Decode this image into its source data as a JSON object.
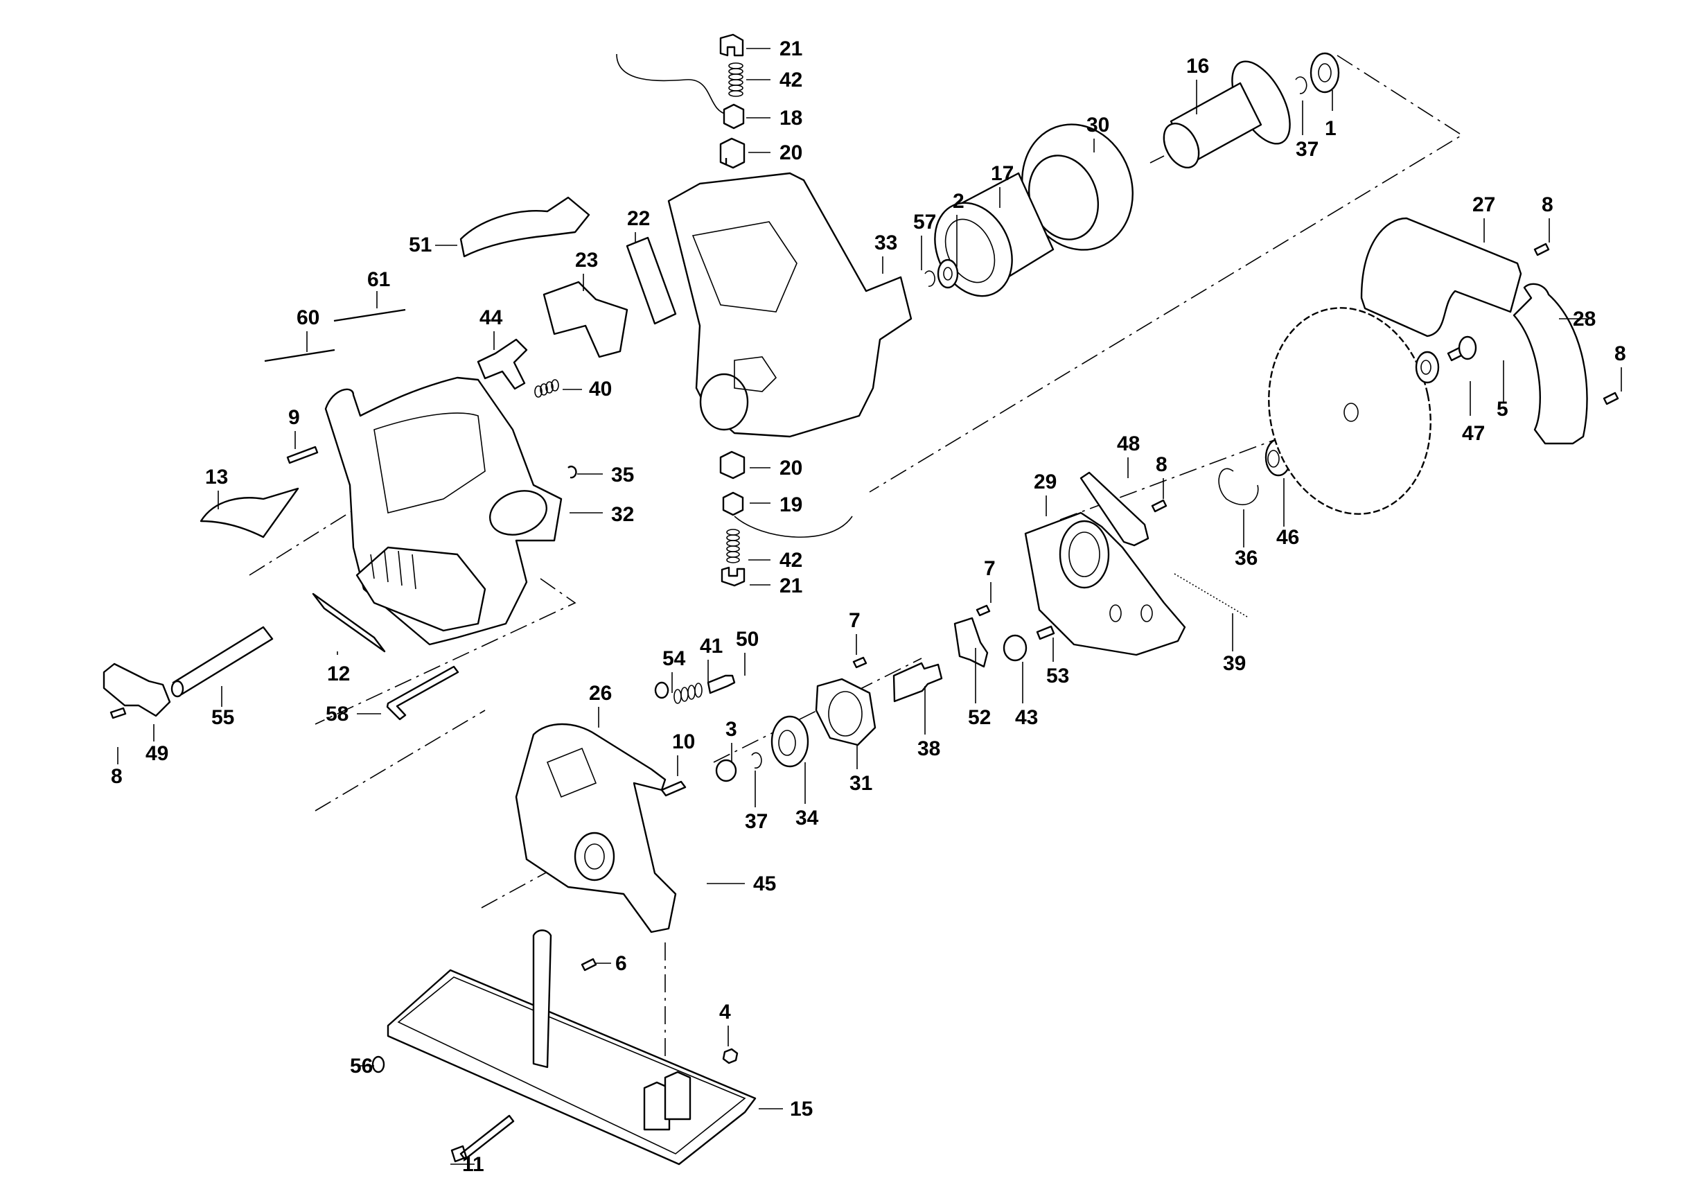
{
  "diagram": {
    "title": "Circular saw exploded parts view",
    "ink_color": "#000000",
    "background_color": "#ffffff",
    "callouts": [
      {
        "id": "21",
        "part": "brush-holder-clip-top"
      },
      {
        "id": "42",
        "part": "brush-spring-top"
      },
      {
        "id": "18",
        "part": "carbon-brush-top"
      },
      {
        "id": "20",
        "part": "brush-holder-top"
      },
      {
        "id": "16",
        "part": "armature"
      },
      {
        "id": "1",
        "part": "bearing-rear"
      },
      {
        "id": "37",
        "part": "retaining-ring-armature"
      },
      {
        "id": "30",
        "part": "fan-baffle"
      },
      {
        "id": "17",
        "part": "field-stator"
      },
      {
        "id": "2",
        "part": "bearing-front"
      },
      {
        "id": "57",
        "part": "retaining-ring-57"
      },
      {
        "id": "33",
        "part": "motor-housing"
      },
      {
        "id": "22",
        "part": "switch-bracket"
      },
      {
        "id": "23",
        "part": "switch"
      },
      {
        "id": "51",
        "part": "handle-cover"
      },
      {
        "id": "61",
        "part": "pin-61"
      },
      {
        "id": "60",
        "part": "pin-60"
      },
      {
        "id": "44",
        "part": "lock-off-button"
      },
      {
        "id": "40",
        "part": "lock-off-spring"
      },
      {
        "id": "9",
        "part": "screw-9"
      },
      {
        "id": "13",
        "part": "label-13"
      },
      {
        "id": "35",
        "part": "retaining-ring-35"
      },
      {
        "id": "32",
        "part": "handle-boss"
      },
      {
        "id": "12",
        "part": "label-12"
      },
      {
        "id": "55",
        "part": "rip-fence-rod"
      },
      {
        "id": "49",
        "part": "fence-knob"
      },
      {
        "id": "8",
        "part": "screw-8"
      },
      {
        "id": "58",
        "part": "hex-key"
      },
      {
        "id": "20",
        "part": "brush-holder-bottom"
      },
      {
        "id": "19",
        "part": "carbon-brush-bottom"
      },
      {
        "id": "42",
        "part": "brush-spring-bottom"
      },
      {
        "id": "21",
        "part": "brush-holder-clip-bottom"
      },
      {
        "id": "27",
        "part": "upper-blade-guard"
      },
      {
        "id": "8",
        "part": "screw-8-guard-top"
      },
      {
        "id": "28",
        "part": "guard-cover"
      },
      {
        "id": "8",
        "part": "screw-8-guard-bottom"
      },
      {
        "id": "5",
        "part": "blade-bolt"
      },
      {
        "id": "47",
        "part": "outer-flange"
      },
      {
        "id": "48",
        "part": "lower-guard-lever"
      },
      {
        "id": "8",
        "part": "screw-8-lever"
      },
      {
        "id": "29",
        "part": "lower-blade-guard"
      },
      {
        "id": "36",
        "part": "guard-retaining-ring"
      },
      {
        "id": "46",
        "part": "inner-flange"
      },
      {
        "id": "39",
        "part": "guard-return-spring"
      },
      {
        "id": "7",
        "part": "screw-7-bracket"
      },
      {
        "id": "53",
        "part": "screw-53"
      },
      {
        "id": "43",
        "part": "bushing-43"
      },
      {
        "id": "52",
        "part": "depth-bracket"
      },
      {
        "id": "38",
        "part": "spindle"
      },
      {
        "id": "7",
        "part": "screw-7-gearcase"
      },
      {
        "id": "31",
        "part": "bearing-retainer"
      },
      {
        "id": "34",
        "part": "spindle-gear"
      },
      {
        "id": "37",
        "part": "retaining-ring-gear"
      },
      {
        "id": "3",
        "part": "needle-bearing"
      },
      {
        "id": "50",
        "part": "spindle-lock-pin"
      },
      {
        "id": "41",
        "part": "spindle-lock-spring"
      },
      {
        "id": "54",
        "part": "washer-54"
      },
      {
        "id": "10",
        "part": "screw-10"
      },
      {
        "id": "26",
        "part": "gear-case"
      },
      {
        "id": "45",
        "part": "plug-45"
      },
      {
        "id": "6",
        "part": "screw-6"
      },
      {
        "id": "4",
        "part": "nut-4"
      },
      {
        "id": "56",
        "part": "washer-56"
      },
      {
        "id": "15",
        "part": "base-plate"
      },
      {
        "id": "11",
        "part": "bolt-11"
      }
    ]
  }
}
